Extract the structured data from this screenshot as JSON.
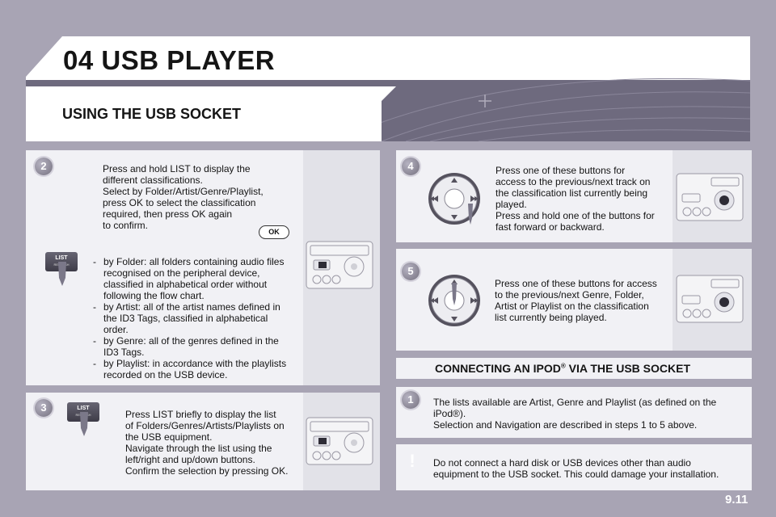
{
  "header": {
    "title": "04 USB PLAYER",
    "section_title": "USING THE USB SOCKET"
  },
  "steps": {
    "s2": {
      "number": "2",
      "text": "Press and hold LIST to display the\ndifferent classifications.\nSelect by Folder/Artist/Genre/Playlist,\npress OK to select the classification\nrequired, then press OK again\nto confirm.",
      "ok_label": "OK",
      "bullets": [
        "by Folder: all folders containing audio files recognised on the peripheral device, classified in alphabetical order without following the flow chart.",
        "by Artist: all of the artist names defined in the ID3 Tags, classified in alphabetical order.",
        "by Genre: all of the genres defined in the ID3 Tags.",
        "by Playlist: in accordance with the playlists recorded on the USB device."
      ]
    },
    "s3": {
      "number": "3",
      "text": "Press LIST briefly to display the list\nof Folders/Genres/Artists/Playlists on\nthe USB equipment.\nNavigate through the list using the\nleft/right and up/down buttons.\nConfirm the selection by pressing OK."
    },
    "s4": {
      "number": "4",
      "text": "Press one of these buttons for\naccess to the previous/next track on\nthe classification list currently being\nplayed.\nPress and hold one of the buttons for\nfast forward or backward."
    },
    "s5": {
      "number": "5",
      "text": "Press one of these buttons for access\nto the previous/next Genre, Folder,\nArtist or Playlist on the classification\nlist currently being played."
    }
  },
  "list_button": {
    "label": "LIST",
    "sublabel": "REFRESH"
  },
  "ipod": {
    "title_prefix": "CONNECTING AN IPOD",
    "title_mark": "®",
    "title_suffix": " VIA THE USB SOCKET",
    "step_number": "1",
    "text": "The lists available are Artist, Genre and Playlist (as defined on the\niPod®).\nSelection and Navigation are described in steps 1 to 5 above."
  },
  "warning": {
    "icon": "!",
    "text": "Do not connect a hard disk or USB devices other than audio\nequipment to the USB socket. This could damage your installation."
  },
  "page_number": "9.11",
  "colors": {
    "background": "#a8a4b4",
    "panel": "#f1f1f5",
    "panel_side": "#e2e2e8",
    "header_band": "#6e6a7e",
    "badge": "#8a8696"
  }
}
